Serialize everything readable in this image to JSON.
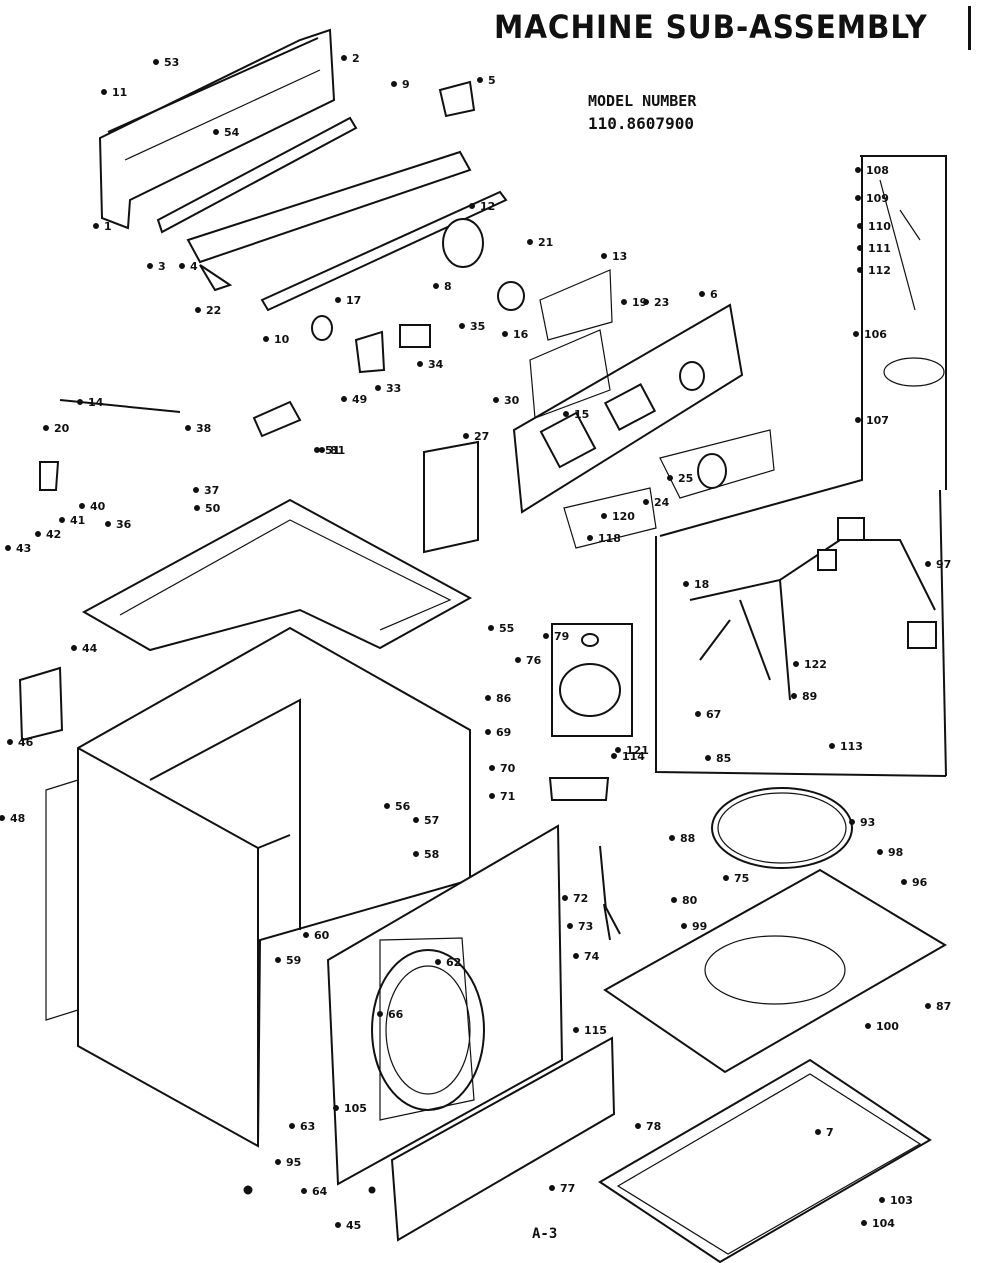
{
  "diagram": {
    "title": "MACHINE SUB-ASSEMBLY",
    "model_label": "MODEL NUMBER",
    "model_number": "110.8607900",
    "page_ref": "A-3"
  },
  "callouts": [
    {
      "id": "c1",
      "text": "1"
    },
    {
      "id": "c2",
      "text": "2"
    },
    {
      "id": "c3",
      "text": "3"
    },
    {
      "id": "c4",
      "text": "4"
    },
    {
      "id": "c5",
      "text": "5"
    },
    {
      "id": "c6",
      "text": "6"
    },
    {
      "id": "c7",
      "text": "7"
    },
    {
      "id": "c8",
      "text": "8"
    },
    {
      "id": "c9",
      "text": "9"
    },
    {
      "id": "c10",
      "text": "10"
    },
    {
      "id": "c11",
      "text": "11"
    },
    {
      "id": "c12",
      "text": "12"
    },
    {
      "id": "c13",
      "text": "13"
    },
    {
      "id": "c14",
      "text": "14"
    },
    {
      "id": "c15",
      "text": "15"
    },
    {
      "id": "c16",
      "text": "16"
    },
    {
      "id": "c17",
      "text": "17"
    },
    {
      "id": "c18",
      "text": "18"
    },
    {
      "id": "c19",
      "text": "19"
    },
    {
      "id": "c20",
      "text": "20"
    },
    {
      "id": "c21",
      "text": "21"
    },
    {
      "id": "c22",
      "text": "22"
    },
    {
      "id": "c23",
      "text": "23"
    },
    {
      "id": "c24",
      "text": "24"
    },
    {
      "id": "c25",
      "text": "25"
    },
    {
      "id": "c27",
      "text": "27"
    },
    {
      "id": "c30",
      "text": "30"
    },
    {
      "id": "c33",
      "text": "33"
    },
    {
      "id": "c34",
      "text": "34"
    },
    {
      "id": "c35",
      "text": "35"
    },
    {
      "id": "c36",
      "text": "36"
    },
    {
      "id": "c37",
      "text": "37"
    },
    {
      "id": "c38",
      "text": "38"
    },
    {
      "id": "c40",
      "text": "40"
    },
    {
      "id": "c41",
      "text": "41"
    },
    {
      "id": "c42",
      "text": "42"
    },
    {
      "id": "c43",
      "text": "43"
    },
    {
      "id": "c44",
      "text": "44"
    },
    {
      "id": "c45",
      "text": "45"
    },
    {
      "id": "c46",
      "text": "46"
    },
    {
      "id": "c48",
      "text": "48"
    },
    {
      "id": "c49",
      "text": "49"
    },
    {
      "id": "c50",
      "text": "50"
    },
    {
      "id": "c51",
      "text": "51"
    },
    {
      "id": "c53",
      "text": "53"
    },
    {
      "id": "c54",
      "text": "54"
    },
    {
      "id": "c55",
      "text": "55"
    },
    {
      "id": "c56",
      "text": "56"
    },
    {
      "id": "c57",
      "text": "57"
    },
    {
      "id": "c58",
      "text": "58"
    },
    {
      "id": "c59",
      "text": "59"
    },
    {
      "id": "c60",
      "text": "60"
    },
    {
      "id": "c62",
      "text": "62"
    },
    {
      "id": "c63",
      "text": "63"
    },
    {
      "id": "c64",
      "text": "64"
    },
    {
      "id": "c66",
      "text": "66"
    },
    {
      "id": "c67",
      "text": "67"
    },
    {
      "id": "c69",
      "text": "69"
    },
    {
      "id": "c70",
      "text": "70"
    },
    {
      "id": "c71",
      "text": "71"
    },
    {
      "id": "c72",
      "text": "72"
    },
    {
      "id": "c73",
      "text": "73"
    },
    {
      "id": "c74",
      "text": "74"
    },
    {
      "id": "c75",
      "text": "75"
    },
    {
      "id": "c76",
      "text": "76"
    },
    {
      "id": "c77",
      "text": "77"
    },
    {
      "id": "c78",
      "text": "78"
    },
    {
      "id": "c79",
      "text": "79"
    },
    {
      "id": "c80",
      "text": "80"
    },
    {
      "id": "c81",
      "text": "81"
    },
    {
      "id": "c85",
      "text": "85"
    },
    {
      "id": "c86",
      "text": "86"
    },
    {
      "id": "c87",
      "text": "87"
    },
    {
      "id": "c88",
      "text": "88"
    },
    {
      "id": "c89",
      "text": "89"
    },
    {
      "id": "c93",
      "text": "93"
    },
    {
      "id": "c95",
      "text": "95"
    },
    {
      "id": "c96",
      "text": "96"
    },
    {
      "id": "c97",
      "text": "97"
    },
    {
      "id": "c98",
      "text": "98"
    },
    {
      "id": "c99",
      "text": "99"
    },
    {
      "id": "c100",
      "text": "100"
    },
    {
      "id": "c103",
      "text": "103"
    },
    {
      "id": "c104",
      "text": "104"
    },
    {
      "id": "c105",
      "text": "105"
    },
    {
      "id": "c106",
      "text": "106"
    },
    {
      "id": "c107",
      "text": "107"
    },
    {
      "id": "c108",
      "text": "108"
    },
    {
      "id": "c109",
      "text": "109"
    },
    {
      "id": "c110",
      "text": "110"
    },
    {
      "id": "c111",
      "text": "111"
    },
    {
      "id": "c112",
      "text": "112"
    },
    {
      "id": "c113",
      "text": "113"
    },
    {
      "id": "c114",
      "text": "114"
    },
    {
      "id": "c115",
      "text": "115"
    },
    {
      "id": "c118",
      "text": "118"
    },
    {
      "id": "c120",
      "text": "120"
    },
    {
      "id": "c121",
      "text": "121"
    },
    {
      "id": "c122",
      "text": "122"
    }
  ]
}
